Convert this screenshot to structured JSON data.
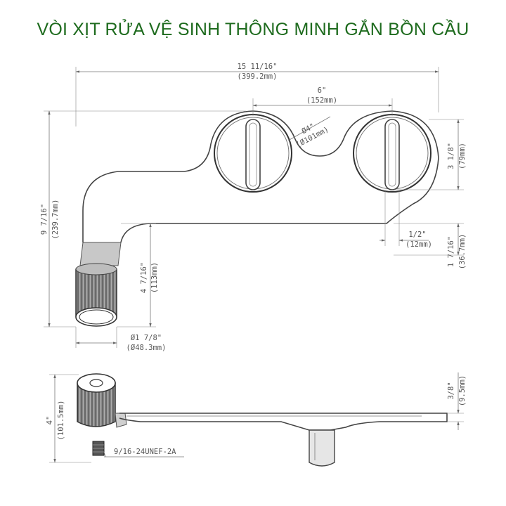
{
  "title": "VÒI XỊT RỬA VỆ SINH THÔNG MINH GẮN BỒN CẦU",
  "colors": {
    "title": "#1e6b1e",
    "line": "#444444",
    "dimension_text": "#555555"
  },
  "top_view": {
    "overall_width": {
      "imperial": "15 11/16\"",
      "metric": "(399.2mm)"
    },
    "knob_spacing": {
      "imperial": "6\"",
      "metric": "(152mm)"
    },
    "knob_diameter": {
      "imperial": "Ø4\"",
      "metric": "(Ø101mm)"
    },
    "knob_offset": {
      "imperial": "3 1/8\"",
      "metric": "(79mm)"
    },
    "total_depth": {
      "imperial": "9 7/16\"",
      "metric": "(239.7mm)"
    },
    "arm_length": {
      "imperial": "4 7/16\"",
      "metric": "(113mm)"
    },
    "slot_width": {
      "imperial": "1/2\"",
      "metric": "(12mm)"
    },
    "rear_depth": {
      "imperial": "1 7/16\"",
      "metric": "(36.7mm)"
    },
    "nozzle_diameter": {
      "imperial": "Ø1 7/8\"",
      "metric": "(Ø48.3mm)"
    }
  },
  "side_view": {
    "height": {
      "imperial": "4\"",
      "metric": "(101.5mm)"
    },
    "plate_thickness": {
      "imperial": "3/8\"",
      "metric": "(9.5mm)"
    },
    "thread": "9/16-24UNEF-2A"
  }
}
